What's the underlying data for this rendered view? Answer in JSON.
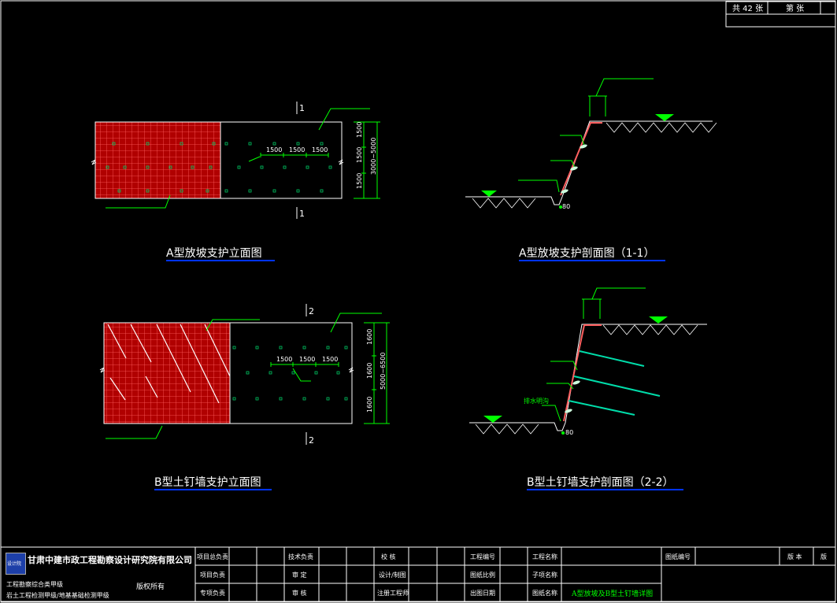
{
  "sheet": {
    "total_label": "共 42 张",
    "sheet_label": "第  张"
  },
  "views": {
    "a_elev": {
      "title": "A型放坡支护立面图",
      "section_top": "1",
      "section_bottom": "1",
      "dims_horizontal": [
        "1500",
        "1500",
        "1500"
      ],
      "dims_vertical": [
        "1500",
        "1500",
        "1500"
      ],
      "overall": "3000~5000"
    },
    "a_sect": {
      "title": "A型放坡支护剖面图（1-1）",
      "mark": "80"
    },
    "b_elev": {
      "title": "B型土钉墙支护立面图",
      "section_top": "2",
      "section_bottom": "2",
      "dims_horizontal": [
        "1500",
        "1500",
        "1500"
      ],
      "dims_vertical": [
        "1600",
        "1600",
        "1600"
      ],
      "overall": "5000~6500"
    },
    "b_sect": {
      "title": "B型土钉墙支护剖面图（2-2）",
      "mark": "80",
      "drain_label": "排水明沟"
    }
  },
  "title_block": {
    "logo_text": "设计院",
    "company": "甘肃中建市政工程勘察设计研究院有限公司",
    "qual1": "工程勘察综合类甲级",
    "qual2": "岩土工程检测甲级/地基基础检测甲级",
    "copyright": "版权所有",
    "col1": [
      "项目总负责",
      "项目负责",
      "专项负责"
    ],
    "col2": [
      "技术负责",
      "审 定",
      "审 核"
    ],
    "col3": [
      "校 核",
      "设计/制图",
      "注册工程师"
    ],
    "col4": [
      "工程编号",
      "图纸比例",
      "出图日期"
    ],
    "col5": [
      "工程名称",
      "子项名称",
      "图纸名称"
    ],
    "drawing_name": "A型放坡及B型土钉墙详图",
    "drawing_no_label": "图纸编号",
    "version_label": "版 本",
    "version_value": "版"
  }
}
